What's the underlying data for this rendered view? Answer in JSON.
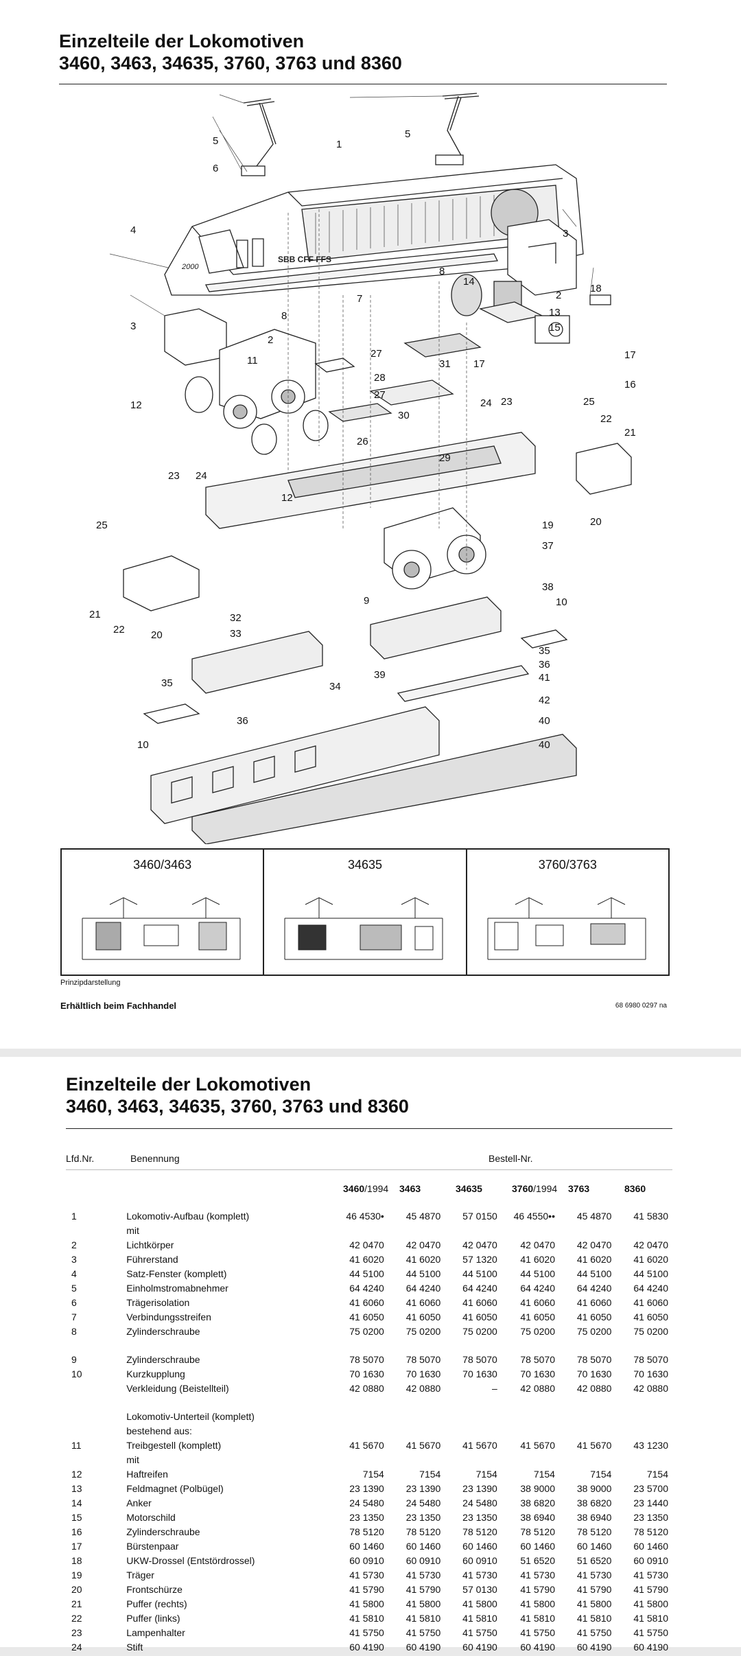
{
  "page1": {
    "title_line1": "Einzelteile der Lokomotiven",
    "title_line2": "3460, 3463, 34635, 3760, 3763 und 8360",
    "diagram_labels": [
      {
        "id": "l5a",
        "text": "5"
      },
      {
        "id": "l1",
        "text": "1"
      },
      {
        "id": "l5b",
        "text": "5"
      },
      {
        "id": "l6",
        "text": "6"
      },
      {
        "id": "l4",
        "text": "4"
      },
      {
        "id": "l3a",
        "text": "3"
      },
      {
        "id": "l8a",
        "text": "8"
      },
      {
        "id": "l14",
        "text": "14"
      },
      {
        "id": "l2a",
        "text": "2"
      },
      {
        "id": "l18",
        "text": "18"
      },
      {
        "id": "l7",
        "text": "7"
      },
      {
        "id": "l13",
        "text": "13"
      },
      {
        "id": "l8b",
        "text": "8"
      },
      {
        "id": "l3b",
        "text": "3"
      },
      {
        "id": "l15",
        "text": "15"
      },
      {
        "id": "l2b",
        "text": "2"
      },
      {
        "id": "l17a",
        "text": "17"
      },
      {
        "id": "l27a",
        "text": "27"
      },
      {
        "id": "l11",
        "text": "11"
      },
      {
        "id": "l31",
        "text": "31"
      },
      {
        "id": "l17b",
        "text": "17"
      },
      {
        "id": "l16",
        "text": "16"
      },
      {
        "id": "l28",
        "text": "28"
      },
      {
        "id": "l27b",
        "text": "27"
      },
      {
        "id": "l12a",
        "text": "12"
      },
      {
        "id": "l24a",
        "text": "24"
      },
      {
        "id": "l23a",
        "text": "23"
      },
      {
        "id": "l25a",
        "text": "25"
      },
      {
        "id": "l30",
        "text": "30"
      },
      {
        "id": "l22a",
        "text": "22"
      },
      {
        "id": "l21a",
        "text": "21"
      },
      {
        "id": "l26",
        "text": "26"
      },
      {
        "id": "l29",
        "text": "29"
      },
      {
        "id": "l23b",
        "text": "23"
      },
      {
        "id": "l24b",
        "text": "24"
      },
      {
        "id": "l12b",
        "text": "12"
      },
      {
        "id": "l25b",
        "text": "25"
      },
      {
        "id": "l19",
        "text": "19"
      },
      {
        "id": "l20a",
        "text": "20"
      },
      {
        "id": "l37",
        "text": "37"
      },
      {
        "id": "l38",
        "text": "38"
      },
      {
        "id": "l21b",
        "text": "21"
      },
      {
        "id": "l9",
        "text": "9"
      },
      {
        "id": "l10a",
        "text": "10"
      },
      {
        "id": "l22b",
        "text": "22"
      },
      {
        "id": "l20b",
        "text": "20"
      },
      {
        "id": "l32",
        "text": "32"
      },
      {
        "id": "l33",
        "text": "33"
      },
      {
        "id": "l35a",
        "text": "35"
      },
      {
        "id": "l36a",
        "text": "36"
      },
      {
        "id": "l41",
        "text": "41"
      },
      {
        "id": "l39",
        "text": "39"
      },
      {
        "id": "l34",
        "text": "34"
      },
      {
        "id": "l35b",
        "text": "35"
      },
      {
        "id": "l42",
        "text": "42"
      },
      {
        "id": "l40a",
        "text": "40"
      },
      {
        "id": "l36b",
        "text": "36"
      },
      {
        "id": "l40b",
        "text": "40"
      },
      {
        "id": "l10b",
        "text": "10"
      }
    ],
    "loco_side_text": "SBB CFF FFS",
    "loco_number": "2000",
    "boxes": [
      {
        "label": "3460/3463"
      },
      {
        "label": "34635"
      },
      {
        "label": "3760/3763"
      }
    ],
    "caption": "Prinzipdarstellung",
    "availability": "Erhältlich beim Fachhandel",
    "doc_code": "68 6980 0297 na"
  },
  "page2": {
    "title_line1": "Einzelteile der Lokomotiven",
    "title_line2": "3460, 3463, 34635, 3760, 3763 und 8360",
    "head_lfd": "Lfd.Nr.",
    "head_name": "Benennung",
    "head_bestell": "Bestell-Nr.",
    "columns": [
      {
        "bold": "3460",
        "suffix": "/1994"
      },
      {
        "bold": "3463",
        "suffix": ""
      },
      {
        "bold": "34635",
        "suffix": ""
      },
      {
        "bold": "3760",
        "suffix": "/1994"
      },
      {
        "bold": "3763",
        "suffix": ""
      },
      {
        "bold": "8360",
        "suffix": ""
      }
    ],
    "rows": [
      {
        "nr": "1",
        "name": "Lokomotiv-Aufbau (komplett)",
        "v": [
          "46 4530•",
          "45 4870",
          "57 0150",
          "46 4550••",
          "45 4870",
          "41 5830"
        ]
      },
      {
        "nr": "",
        "name": "mit",
        "v": [
          "",
          "",
          "",
          "",
          "",
          ""
        ]
      },
      {
        "nr": "2",
        "name": "Lichtkörper",
        "v": [
          "42 0470",
          "42 0470",
          "42 0470",
          "42 0470",
          "42 0470",
          "42 0470"
        ]
      },
      {
        "nr": "3",
        "name": "Führerstand",
        "v": [
          "41 6020",
          "41 6020",
          "57 1320",
          "41 6020",
          "41 6020",
          "41 6020"
        ]
      },
      {
        "nr": "4",
        "name": "Satz-Fenster (komplett)",
        "v": [
          "44 5100",
          "44 5100",
          "44 5100",
          "44 5100",
          "44 5100",
          "44 5100"
        ]
      },
      {
        "nr": "5",
        "name": "Einholmstromabnehmer",
        "v": [
          "64 4240",
          "64 4240",
          "64 4240",
          "64 4240",
          "64 4240",
          "64 4240"
        ]
      },
      {
        "nr": "6",
        "name": "Trägerisolation",
        "v": [
          "41 6060",
          "41 6060",
          "41 6060",
          "41 6060",
          "41 6060",
          "41 6060"
        ]
      },
      {
        "nr": "7",
        "name": "Verbindungsstreifen",
        "v": [
          "41 6050",
          "41 6050",
          "41 6050",
          "41 6050",
          "41 6050",
          "41 6050"
        ]
      },
      {
        "nr": "8",
        "name": "Zylinderschraube",
        "v": [
          "75 0200",
          "75 0200",
          "75 0200",
          "75 0200",
          "75 0200",
          "75 0200"
        ]
      },
      {
        "gap": true
      },
      {
        "nr": "9",
        "name": "Zylinderschraube",
        "v": [
          "78 5070",
          "78 5070",
          "78 5070",
          "78 5070",
          "78 5070",
          "78 5070"
        ]
      },
      {
        "nr": "10",
        "name": "Kurzkupplung",
        "v": [
          "70 1630",
          "70 1630",
          "70 1630",
          "70 1630",
          "70 1630",
          "70 1630"
        ]
      },
      {
        "nr": "",
        "name": "Verkleidung (Beistellteil)",
        "v": [
          "42 0880",
          "42 0880",
          "–",
          "42 0880",
          "42 0880",
          "42 0880"
        ]
      },
      {
        "gap": true
      },
      {
        "nr": "",
        "name": "Lokomotiv-Unterteil (komplett)",
        "v": [
          "",
          "",
          "",
          "",
          "",
          ""
        ]
      },
      {
        "nr": "",
        "name": "bestehend aus:",
        "v": [
          "",
          "",
          "",
          "",
          "",
          ""
        ]
      },
      {
        "nr": "11",
        "name": "Treibgestell (komplett)",
        "v": [
          "41 5670",
          "41 5670",
          "41 5670",
          "41 5670",
          "41 5670",
          "43 1230"
        ]
      },
      {
        "nr": "",
        "name": "mit",
        "v": [
          "",
          "",
          "",
          "",
          "",
          ""
        ]
      },
      {
        "nr": "12",
        "name": "Haftreifen",
        "v": [
          "7154",
          "7154",
          "7154",
          "7154",
          "7154",
          "7154"
        ]
      },
      {
        "nr": "13",
        "name": "Feldmagnet (Polbügel)",
        "v": [
          "23 1390",
          "23 1390",
          "23 1390",
          "38 9000",
          "38 9000",
          "23 5700"
        ]
      },
      {
        "nr": "14",
        "name": "Anker",
        "v": [
          "24 5480",
          "24 5480",
          "24 5480",
          "38 6820",
          "38 6820",
          "23 1440"
        ]
      },
      {
        "nr": "15",
        "name": "Motorschild",
        "v": [
          "23 1350",
          "23 1350",
          "23 1350",
          "38 6940",
          "38 6940",
          "23 1350"
        ]
      },
      {
        "nr": "16",
        "name": "Zylinderschraube",
        "v": [
          "78 5120",
          "78 5120",
          "78 5120",
          "78 5120",
          "78 5120",
          "78 5120"
        ]
      },
      {
        "nr": "17",
        "name": "Bürstenpaar",
        "v": [
          "60 1460",
          "60 1460",
          "60 1460",
          "60 1460",
          "60 1460",
          "60 1460"
        ]
      },
      {
        "nr": "18",
        "name": "UKW-Drossel (Entstördrossel)",
        "v": [
          "60 0910",
          "60 0910",
          "60 0910",
          "51 6520",
          "51 6520",
          "60 0910"
        ]
      },
      {
        "nr": "19",
        "name": "Träger",
        "v": [
          "41 5730",
          "41 5730",
          "41 5730",
          "41 5730",
          "41 5730",
          "41 5730"
        ]
      },
      {
        "nr": "20",
        "name": "Frontschürze",
        "v": [
          "41 5790",
          "41 5790",
          "57 0130",
          "41 5790",
          "41 5790",
          "41 5790"
        ]
      },
      {
        "nr": "21",
        "name": "Puffer (rechts)",
        "v": [
          "41 5800",
          "41 5800",
          "41 5800",
          "41 5800",
          "41 5800",
          "41 5800"
        ]
      },
      {
        "nr": "22",
        "name": "Puffer (links)",
        "v": [
          "41 5810",
          "41 5810",
          "41 5810",
          "41 5810",
          "41 5810",
          "41 5810"
        ]
      },
      {
        "nr": "23",
        "name": "Lampenhalter",
        "v": [
          "41 5750",
          "41 5750",
          "41 5750",
          "41 5750",
          "41 5750",
          "41 5750"
        ]
      },
      {
        "nr": "24",
        "name": "Stift",
        "v": [
          "60 4190",
          "60 4190",
          "60 4190",
          "60 4190",
          "60 4190",
          "60 4190"
        ]
      }
    ]
  }
}
